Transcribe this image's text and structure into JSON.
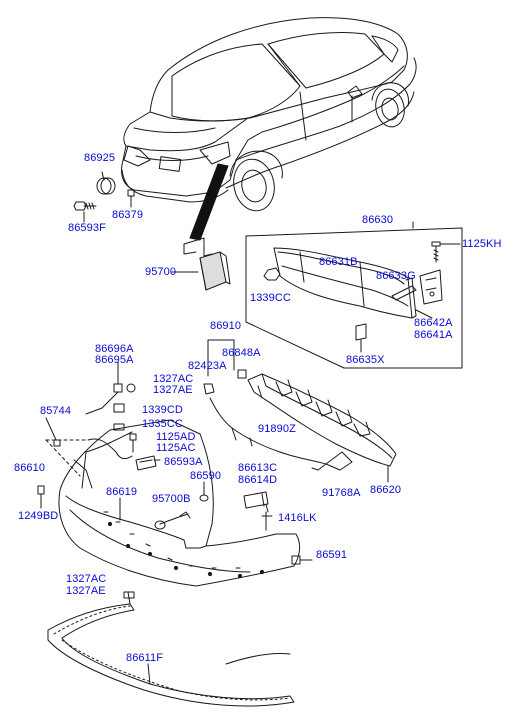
{
  "colors": {
    "label": "#0a0ad8",
    "line": "#1a1a1a",
    "background": "#ffffff"
  },
  "labels": {
    "p86925": "86925",
    "p86593F": "86593F",
    "p86379": "86379",
    "p95700": "95700",
    "p86630": "86630",
    "p1125KH": "1125KH",
    "p86631B": "86631B",
    "p86633G": "86633G",
    "p1339CC": "1339CC",
    "p86642A": "86642A",
    "p86641A": "86641A",
    "p86635X": "86635X",
    "p86910": "86910",
    "p86696A": "86696A",
    "p86695A": "86695A",
    "p82423A": "82423A",
    "p86848A": "86848A",
    "p1327AC_top": "1327AC",
    "p1327AE_top": "1327AE",
    "p85744": "85744",
    "p1339CD": "1339CD",
    "p1335CC": "1335CC",
    "p1125AD": "1125AD",
    "p1125AC": "1125AC",
    "p91890Z": "91890Z",
    "p86593A": "86593A",
    "p86610": "86610",
    "p86613C": "86613C",
    "p86614D": "86614D",
    "p86590": "86590",
    "p86619": "86619",
    "p95700B": "95700B",
    "p91768A": "91768A",
    "p86620": "86620",
    "p1249BD": "1249BD",
    "p1416LK": "1416LK",
    "p86591": "86591",
    "p1327AC_bot": "1327AC",
    "p1327AE_bot": "1327AE",
    "p86611F": "86611F"
  }
}
